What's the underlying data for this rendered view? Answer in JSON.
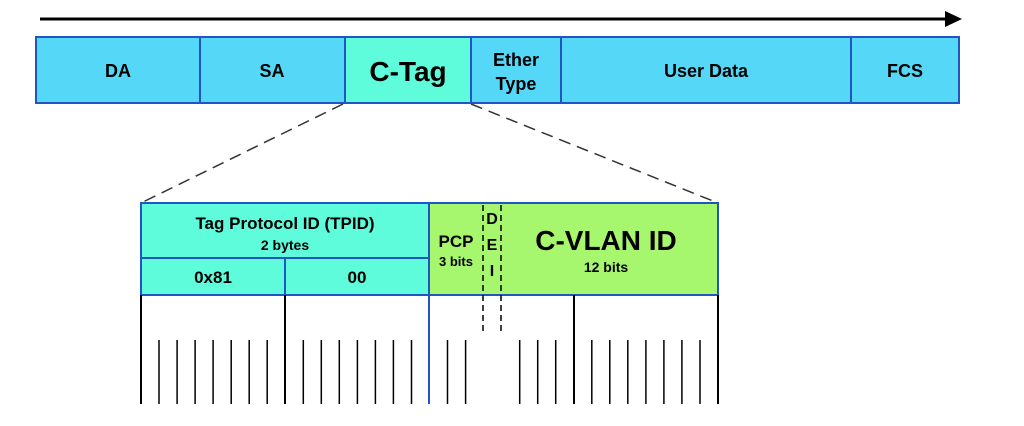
{
  "colors": {
    "frame_field": "#55d7f7",
    "tag_field": "#5ffcdc",
    "vlan_field": "#a6f76e",
    "border": "#1f56c4",
    "arrow": "#000000"
  },
  "frame": {
    "fields": [
      {
        "label": "DA"
      },
      {
        "label": "SA"
      },
      {
        "label": "C-Tag"
      },
      {
        "label_line1": "Ether",
        "label_line2": "Type"
      },
      {
        "label": "User Data"
      },
      {
        "label": "FCS"
      }
    ]
  },
  "tag": {
    "tpid_title": "Tag Protocol ID (TPID)",
    "tpid_size": "2 bytes",
    "tpid_byte1": "0x81",
    "tpid_byte2": "00",
    "pcp_label": "PCP",
    "pcp_size": "3 bits",
    "dei_letters": [
      "D",
      "E",
      "I"
    ],
    "vlan_title": "C-VLAN ID",
    "vlan_size": "12 bits"
  }
}
